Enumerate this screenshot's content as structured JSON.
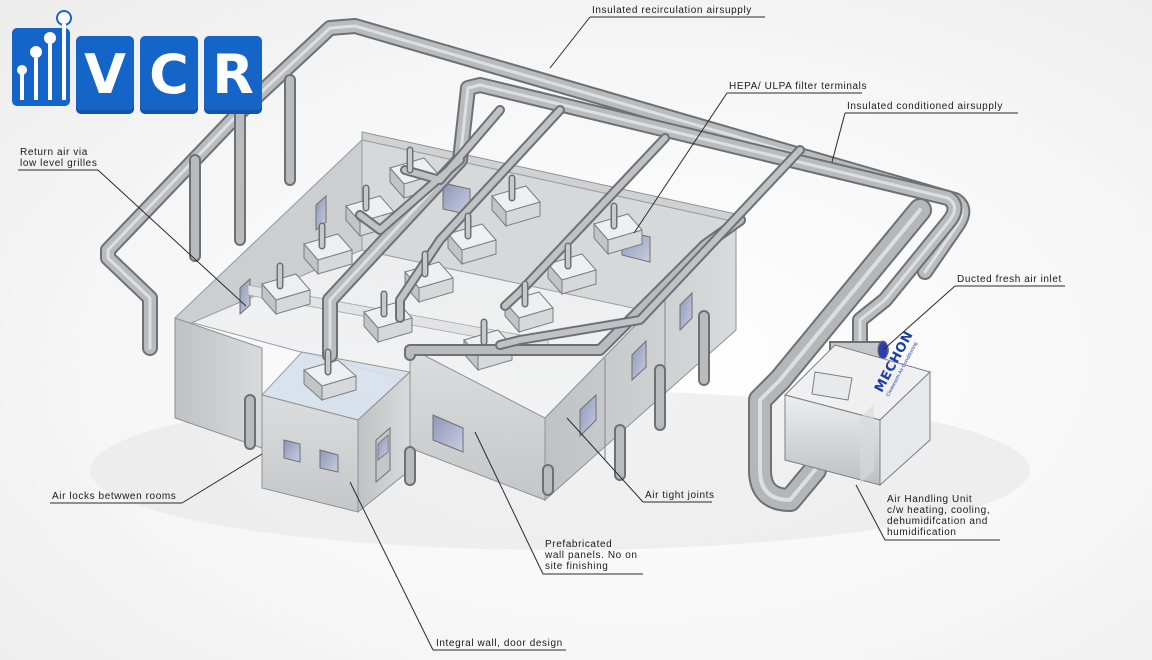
{
  "logo": {
    "letters": [
      "V",
      "C",
      "R"
    ],
    "brand_color": "#1565c8"
  },
  "unit_brand": {
    "name": "MECHON",
    "tagline": "Cleanroom Air Conditioning"
  },
  "labels": {
    "recirc_supply": "Insulated recirculation airsupply",
    "hepa_terminals": "HEPA/ ULPA filter terminals",
    "conditioned_supply": "Insulated conditioned airsupply",
    "return_air": [
      "Return air via",
      "low level grilles"
    ],
    "fresh_inlet": "Ducted fresh air inlet",
    "airlocks": "Air locks betwwen rooms",
    "air_tight": "Air tight joints",
    "ahu": [
      "Air Handling Unit",
      "c/w heating, cooling,",
      "dehumidifcation and",
      "humidification"
    ],
    "prefab": [
      "Prefabricated",
      "wall panels. No on",
      "site finishing"
    ],
    "integral": "Integral wall, door design"
  },
  "colors": {
    "pipe": "#b4b7ba",
    "pipe_edge": "#6d7074",
    "wall_light": "#e4e5e6",
    "wall_mid": "#c9cbcd",
    "wall_dark": "#a9acaf",
    "accent_blue": "#1f3fa8"
  }
}
